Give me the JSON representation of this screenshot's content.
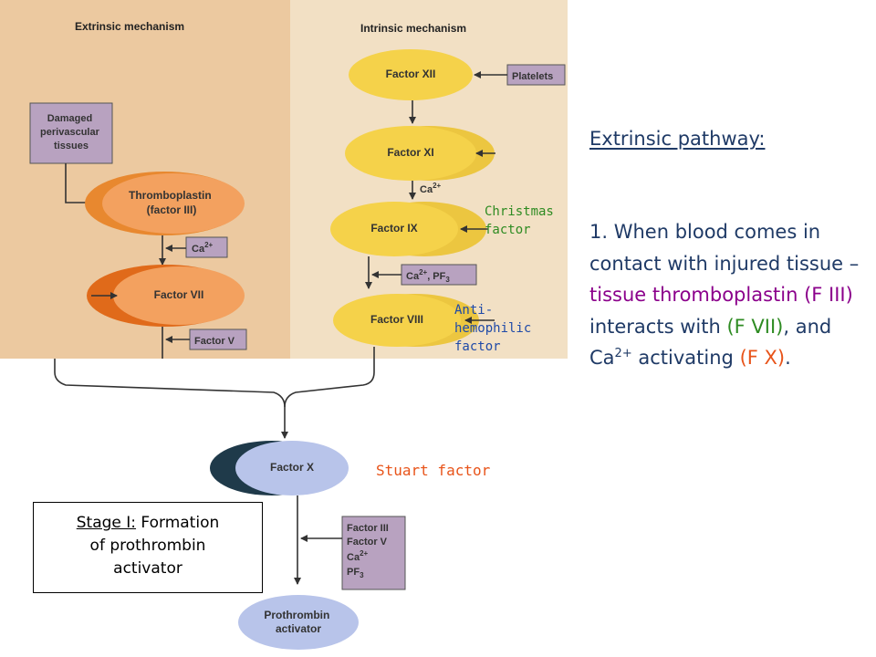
{
  "headings": {
    "extrinsic": "Extrinsic mechanism",
    "intrinsic": "Intrinsic mechanism"
  },
  "nodes": {
    "damaged_1": "Damaged",
    "damaged_2": "perivascular",
    "damaged_3": "tissues",
    "thromboplastin_1": "Thromboplastin",
    "thromboplastin_2": "(factor III)",
    "factor_vii": "Factor VII",
    "factor_xii": "Factor XII",
    "platelets": "Platelets",
    "factor_xi": "Factor XI",
    "factor_ix": "Factor IX",
    "factor_viii": "Factor VIII",
    "factor_x": "Factor X",
    "prothrombin_1": "Prothrombin",
    "prothrombin_2": "activator",
    "ca_ext": "Ca",
    "ca_ext_sup": "2+",
    "factor_v": "Factor V",
    "ca_intr": "Ca",
    "ca_intr_sup": "2+",
    "ca_pf3_main": "Ca",
    "ca_pf3_sup": "2+",
    "ca_pf3_rest": ", PF",
    "ca_pf3_sub": "3",
    "cof_1": "Factor III",
    "cof_2": "Factor V",
    "cof_3": "Ca",
    "cof_3_sup": "2+",
    "cof_4": "PF",
    "cof_4_sub": "3"
  },
  "labels": {
    "christmas_1": "Christmas",
    "christmas_2": "factor",
    "antihemo_1": "Anti-",
    "antihemo_2": "hemophilic",
    "antihemo_3": "factor",
    "stuart": "Stuart factor"
  },
  "stage": {
    "prefix": "Stage I:",
    "line1_rest": " Formation",
    "line2": "of prothrombin",
    "line3": "activator"
  },
  "explanation": {
    "title": "Extrinsic pathway:",
    "p1": "1. When blood comes in contact with injured tissue – ",
    "p2": "tissue thromboplastin (F III)",
    "p3": " interacts with ",
    "p4": "(F VII)",
    "p5": ", and Ca",
    "p5_sup": "2+",
    "p6": " activating ",
    "p7": "(F X)",
    "p8": "."
  },
  "colors": {
    "orange_bg": "#ecc9a0",
    "cream_bg": "#f2e0c4",
    "orange_node": "#f3a15f",
    "yellow_node": "#f5d24a",
    "blue_node": "#b8c4ea",
    "purple_box": "#b8a2c0",
    "text_blue": "#1f3a66",
    "purple_text": "#8b008b",
    "orange_text": "#e8541a",
    "green_text": "#2e8b22"
  }
}
